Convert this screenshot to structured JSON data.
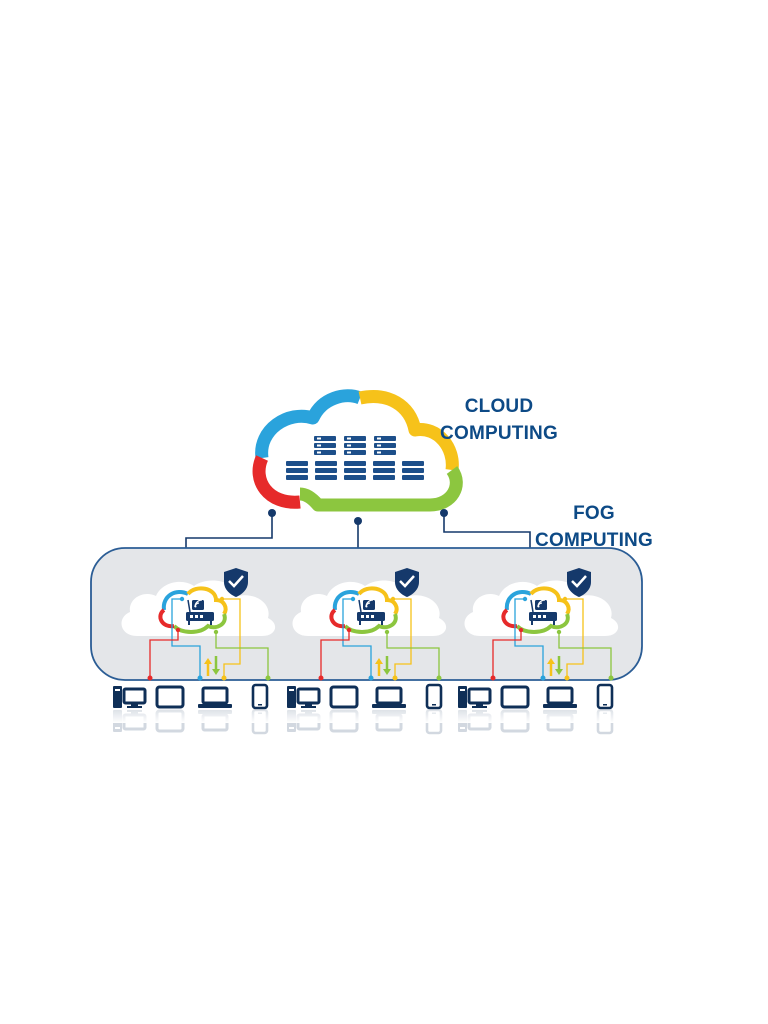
{
  "labels": {
    "cloud_line1": "CLOUD",
    "cloud_line2": "COMPUTING",
    "fog_line1": "FOG",
    "fog_line2": "COMPUTING"
  },
  "colors": {
    "label_text": "#0d4a86",
    "navy": "#15396b",
    "blue": "#2aa3dc",
    "yellow": "#f6c21a",
    "green": "#8cc63f",
    "red": "#e62a2a",
    "server": "#1d4f8a",
    "fog_panel_fill": "#e4e6e9",
    "fog_panel_stroke": "#2b5d95",
    "fog_cloud": "#ffffff",
    "device": "#0f2f57"
  },
  "icons": {
    "datacenter": "server-rack-icon",
    "router": "wifi-router-icon",
    "security": "shield-check-icon",
    "desktop": "desktop-computer-icon",
    "tablet": "tablet-icon",
    "laptop": "laptop-icon",
    "phone": "smartphone-icon",
    "traffic": "up-down-arrows-icon"
  }
}
